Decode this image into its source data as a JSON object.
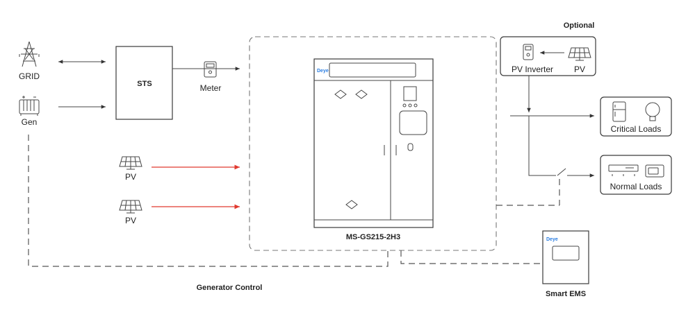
{
  "labels": {
    "grid": "GRID",
    "gen": "Gen",
    "sts": "STS",
    "meter": "Meter",
    "pv1": "PV",
    "pv2": "PV",
    "cabinet": "MS-GS215-2H3",
    "cabinet_logo": "Deye",
    "optional": "Optional",
    "pv_inverter": "PV Inverter",
    "pv_optional": "PV",
    "critical_loads": "Critical Loads",
    "normal_loads": "Normal Loads",
    "smart_ems": "Smart EMS",
    "ems_logo": "Deye",
    "generator_control": "Generator Control"
  },
  "colors": {
    "line": "#3a3a3a",
    "pv_flow": "#e0392f",
    "logo": "#2a7de1"
  },
  "icons": [
    "transmission-tower-icon",
    "generator-icon",
    "meter-icon",
    "solar-panel-icon",
    "inverter-icon",
    "refrigerator-icon",
    "light-bulb-icon",
    "air-conditioner-icon",
    "appliance-icon",
    "switch-icon",
    "ems-device-icon",
    "battery-cabinet-icon"
  ]
}
